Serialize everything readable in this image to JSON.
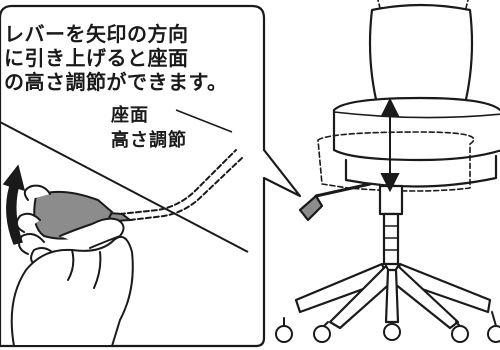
{
  "callout": {
    "instruction_lines": [
      "レバーを矢印の方向",
      "に引き上げると座面",
      "の高さ調節ができます。"
    ]
  },
  "lever_label": {
    "lines": [
      "座面",
      "高さ調節"
    ]
  },
  "colors": {
    "line": "#1a1a1a",
    "skin": "#ffffff",
    "lever_grip": "#8c8c8c",
    "chair_shade": "#ffffff",
    "background": "#ffffff"
  },
  "icons": [
    "hand-icon",
    "curved-up-arrow-icon",
    "double-headed-arrow-icon",
    "office-chair-icon"
  ]
}
